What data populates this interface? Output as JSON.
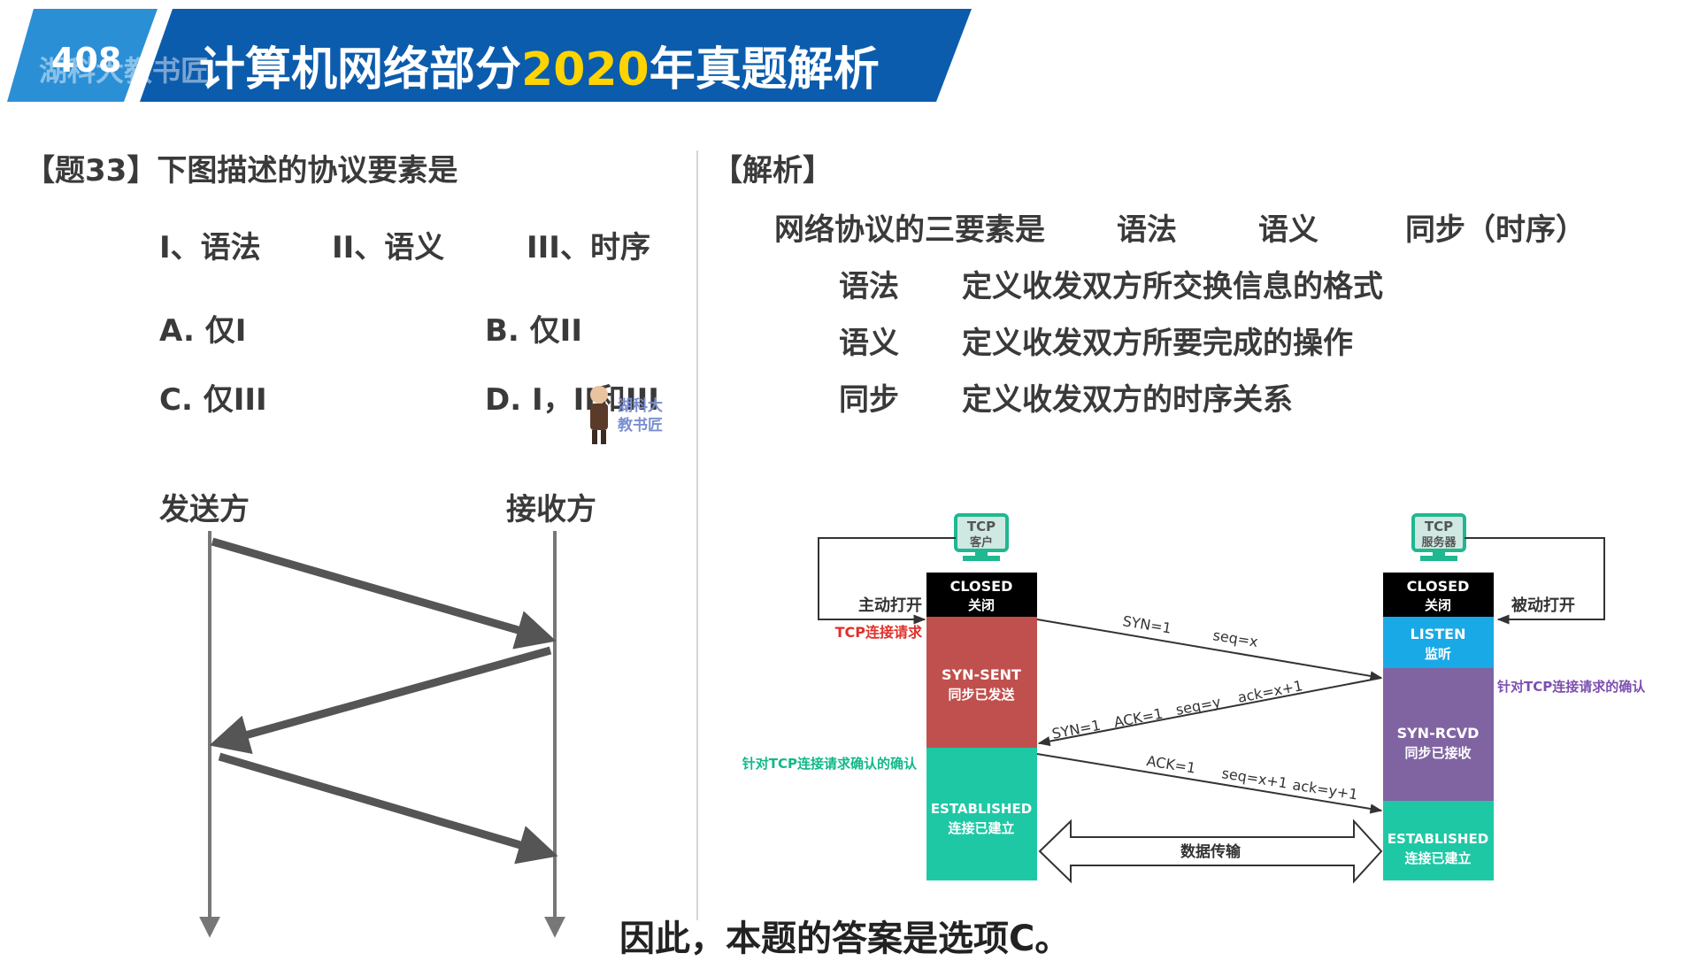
{
  "header": {
    "badge_text": "408",
    "watermark_text": "湖科大教书匠",
    "title_part1": "计算机网络部分",
    "title_year": "2020",
    "title_part2": "年真题解析"
  },
  "question": {
    "heading": "【题33】下图描述的协议要素是",
    "items": [
      "I、语法",
      "II、语义",
      "III、时序"
    ],
    "options": [
      "A. 仅I",
      "B. 仅II",
      "C. 仅III",
      "D. I，II和III"
    ],
    "sender_label": "发送方",
    "receiver_label": "接收方",
    "mascot_text": "湖科大\n教书匠"
  },
  "analysis": {
    "heading": "【解析】",
    "intro": "网络协议的三要素是",
    "elements": [
      "语法",
      "语义",
      "同步（时序）"
    ],
    "definitions": [
      {
        "term": "语法",
        "desc": "定义收发双方所交换信息的格式"
      },
      {
        "term": "语义",
        "desc": "定义收发双方所要完成的操作"
      },
      {
        "term": "同步",
        "desc": "定义收发双方的时序关系"
      }
    ]
  },
  "diagram": {
    "client_icon": "TCP\n客户",
    "server_icon": "TCP\n服务器",
    "client_states": [
      {
        "en": "CLOSED",
        "zh": "关闭",
        "color": "#000000"
      },
      {
        "en": "SYN-SENT",
        "zh": "同步已发送",
        "color": "#c0504d"
      },
      {
        "en": "ESTABLISHED",
        "zh": "连接已建立",
        "color": "#1fc8a5"
      }
    ],
    "server_states": [
      {
        "en": "CLOSED",
        "zh": "关闭",
        "color": "#000000"
      },
      {
        "en": "LISTEN",
        "zh": "监听",
        "color": "#19a9e6"
      },
      {
        "en": "SYN-RCVD",
        "zh": "同步已接收",
        "color": "#8064a2"
      },
      {
        "en": "ESTABLISHED",
        "zh": "连接已建立",
        "color": "#1fc8a5"
      }
    ],
    "active_open": "主动打开",
    "passive_open": "被动打开",
    "tcp_request": "TCP连接请求",
    "ack_for_request": "针对TCP连接请求的确认",
    "ack_for_ack": "针对TCP连接请求确认的确认",
    "msg1": {
      "a": "SYN=1",
      "b": "seq=x"
    },
    "msg2": {
      "a": "SYN=1",
      "b": "ACK=1",
      "c": "seq=y",
      "d": "ack=x+1"
    },
    "msg3": {
      "a": "ACK=1",
      "b": "seq=x+1",
      "c": "ack=y+1"
    },
    "data_transfer": "数据传输"
  },
  "subtitle": "因此，本题的答案是选项C。",
  "colors": {
    "header_blue": "#0b5cad",
    "header_light": "#2b8fd6",
    "year_yellow": "#ffd400",
    "red_label": "#e0302a",
    "purple_label": "#7b4fb0",
    "teal_label": "#12b88a"
  }
}
